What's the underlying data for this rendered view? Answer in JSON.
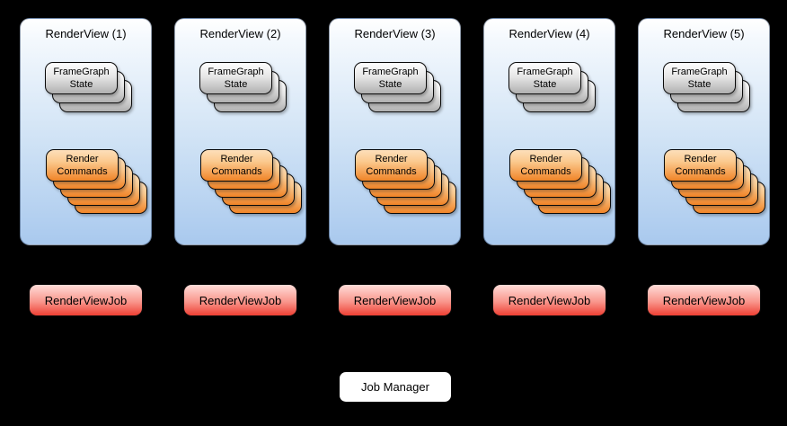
{
  "diagram": {
    "title": "RenderView / RenderViewJob / Job Manager architecture diagram",
    "background": "#000000"
  },
  "colors": {
    "panel_gradient_top": "#ffffff",
    "panel_gradient_bottom": "#a9c9ee",
    "gray_card_top": "#fefefe",
    "gray_card_bottom": "#b0b0b0",
    "orange_card_top": "#fddfba",
    "orange_card_bottom": "#f08428",
    "job_gradient_top": "#ffdcd8",
    "job_gradient_bottom": "#ee4034",
    "job_manager_fill": "#ffffff",
    "stroke": "#000000"
  },
  "panels": [
    {
      "title": "RenderView (1)",
      "framegraph_label": "FrameGraph State",
      "framegraph_stack_count": 3,
      "commands_label": "Render Commands",
      "commands_stack_count": 5,
      "job_label": "RenderViewJob"
    },
    {
      "title": "RenderView (2)",
      "framegraph_label": "FrameGraph State",
      "framegraph_stack_count": 3,
      "commands_label": "Render Commands",
      "commands_stack_count": 5,
      "job_label": "RenderViewJob"
    },
    {
      "title": "RenderView (3)",
      "framegraph_label": "FrameGraph State",
      "framegraph_stack_count": 3,
      "commands_label": "Render Commands",
      "commands_stack_count": 5,
      "job_label": "RenderViewJob"
    },
    {
      "title": "RenderView (4)",
      "framegraph_label": "FrameGraph State",
      "framegraph_stack_count": 3,
      "commands_label": "Render Commands",
      "commands_stack_count": 5,
      "job_label": "RenderViewJob"
    },
    {
      "title": "RenderView (5)",
      "framegraph_label": "FrameGraph State",
      "framegraph_stack_count": 3,
      "commands_label": "Render Commands",
      "commands_stack_count": 5,
      "job_label": "RenderViewJob"
    }
  ],
  "job_manager": {
    "label": "Job Manager"
  }
}
